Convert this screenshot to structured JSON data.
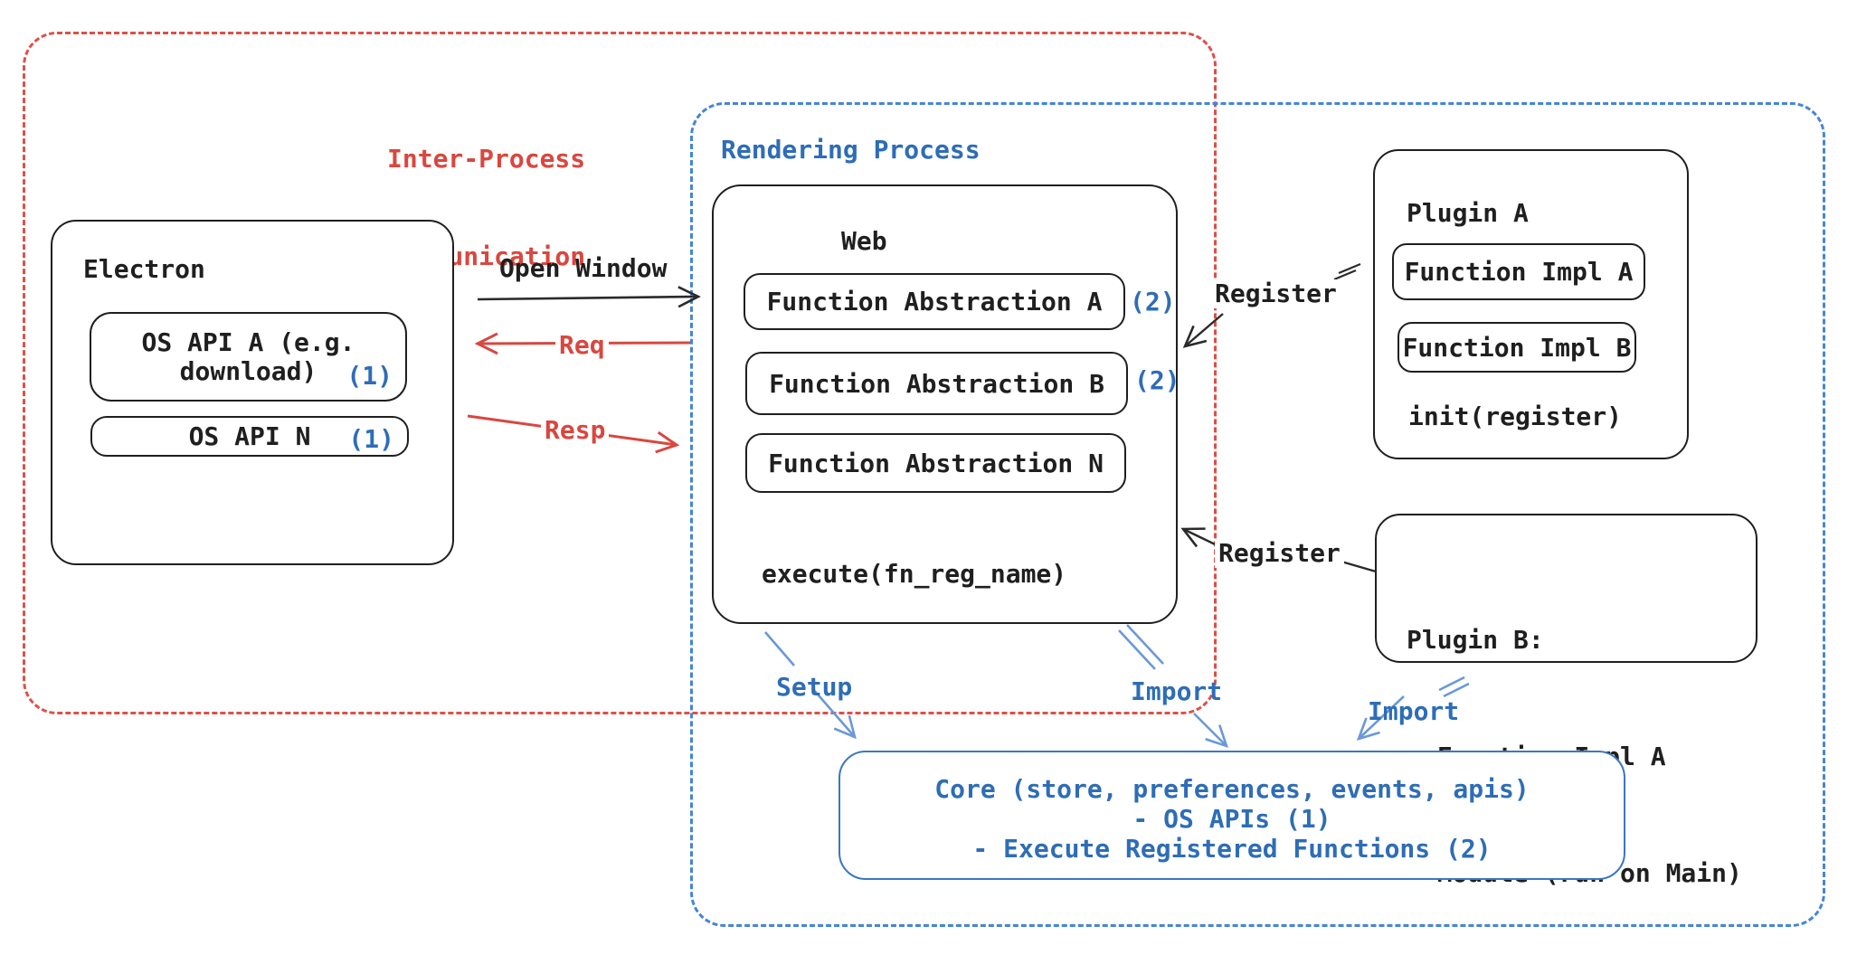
{
  "colors": {
    "ink": "#1f1f1f",
    "red": "#d9473f",
    "blue_text": "#2e6db6",
    "blue_line": "#6b98d8",
    "red_dash": "#dd5048",
    "blue_dash": "#4585d5"
  },
  "ipc_region": {
    "label_line1": "Inter-Process",
    "label_line2": "Communication"
  },
  "rendering_region": {
    "label": "Rendering Process"
  },
  "electron": {
    "title": "Electron",
    "os_api_a_line1": "OS API A (e.g.",
    "os_api_a_line2": "download)",
    "os_api_a_badge": "(1)",
    "os_api_n_label": "OS API N",
    "os_api_n_badge": "(1)"
  },
  "web": {
    "title": "Web",
    "fn_abstraction_a": "Function Abstraction A",
    "fn_abstraction_a_badge": "(2)",
    "fn_abstraction_b": "Function Abstraction B",
    "fn_abstraction_b_badge": "(2)",
    "fn_abstraction_n": "Function Abstraction N",
    "execute_label": "execute(fn_reg_name)"
  },
  "plugin_a": {
    "title": "Plugin A",
    "impl_a": "Function Impl A",
    "impl_b": "Function Impl B",
    "init_label": "init(register)"
  },
  "plugin_b": {
    "title": "Plugin B:",
    "item_1": "- Function Impl A",
    "item_2": "- Module (run on Main)"
  },
  "core": {
    "line1": "Core (store, preferences, events, apis)",
    "line2": "- OS APIs (1)",
    "line3": "- Execute Registered Functions (2)"
  },
  "connections": {
    "open_window": "Open Window",
    "req": "Req",
    "resp": "Resp",
    "register_top": "Register",
    "register_bottom": "Register",
    "setup": "Setup",
    "import_mid": "Import",
    "import_right": "Import"
  }
}
